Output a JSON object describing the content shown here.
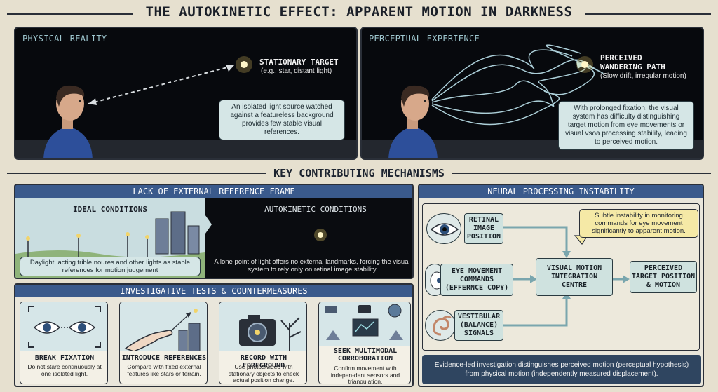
{
  "title": "THE AUTOKINETIC EFFECT: APPARENT MOTION IN DARKNESS",
  "physical": {
    "label": "PHYSICAL REALITY",
    "target_title": "STATIONARY TARGET",
    "target_sub": "(e.g., star, distant light)",
    "caption": "An isolated light source watched against a featureless background provides few stable visual references."
  },
  "perceptual": {
    "label": "PERCEPTUAL EXPERIENCE",
    "path_title_1": "PERCEIVED",
    "path_title_2": "WANDERING PATH",
    "path_sub": "(Slow drift, irregular motion)",
    "caption": "With prolonged fixation, the visual system has difficulty distinguishing target motion from eye movements or visual vsoa processing stability, leading to perceived motion."
  },
  "mechanisms_title": "KEY CONTRIBUTING MECHANISMS",
  "reference_frame": {
    "bar": "LACK OF EXTERNAL REFERENCE FRAME",
    "ideal_title": "IDEAL CONDITIONS",
    "ideal_caption": "Daylight, acting trible noures and other lights as stable references for motion judgement",
    "auto_title": "AUTOKINETIC CONDITIONS",
    "auto_caption": "A lone point of light offers no external landmarks, forcing the visual system to rely only on retinal image stability"
  },
  "tests": {
    "bar": "INVESTIGATIVE TESTS & COUNTERMEASURES",
    "cards": [
      {
        "title": "BREAK FIXATION",
        "desc": "Do not stare continuously at one isolated light."
      },
      {
        "title": "INTRODUCE REFERENCES",
        "desc": "Compare with fixed external features like stars or terrain."
      },
      {
        "title": "RECORD WITH FOREGROUND",
        "desc": "Use photos/video with stationary objects to check actual position change."
      },
      {
        "title": "SEEK MULTIMODAL CORROBORATION",
        "desc": "Confirm movement with indepen-dent sensors and triangulation."
      }
    ]
  },
  "neural": {
    "bar": "NEURAL PROCESSING INSTABILITY",
    "retinal": "RETINAL IMAGE POSITION",
    "eye_commands_1": "EYE MOVEMENT",
    "eye_commands_2": "COMMANDS",
    "eye_commands_3": "(EFFERNCE COPY)",
    "vestibular": "VESTIBULAR (BALANCE) SIGNALS",
    "integration": "VISUAL MOTION INTEGRATION CENTRE",
    "perceived": "PERCEIVED TARGET POSITION & MOTION",
    "callout": "Subtle instability in monitoring commands for eye movement significantly to apparent motion.",
    "footer": "Evidence-led investigation distinguishes perceived motion (perceptual hypothesis) from physical motion (independently measured displacement)."
  },
  "colors": {
    "bar_blue": "#3a5a8c",
    "node_teal": "#cfe2df",
    "callout_yellow": "#f5e9a6",
    "background": "#e6e0cf"
  }
}
